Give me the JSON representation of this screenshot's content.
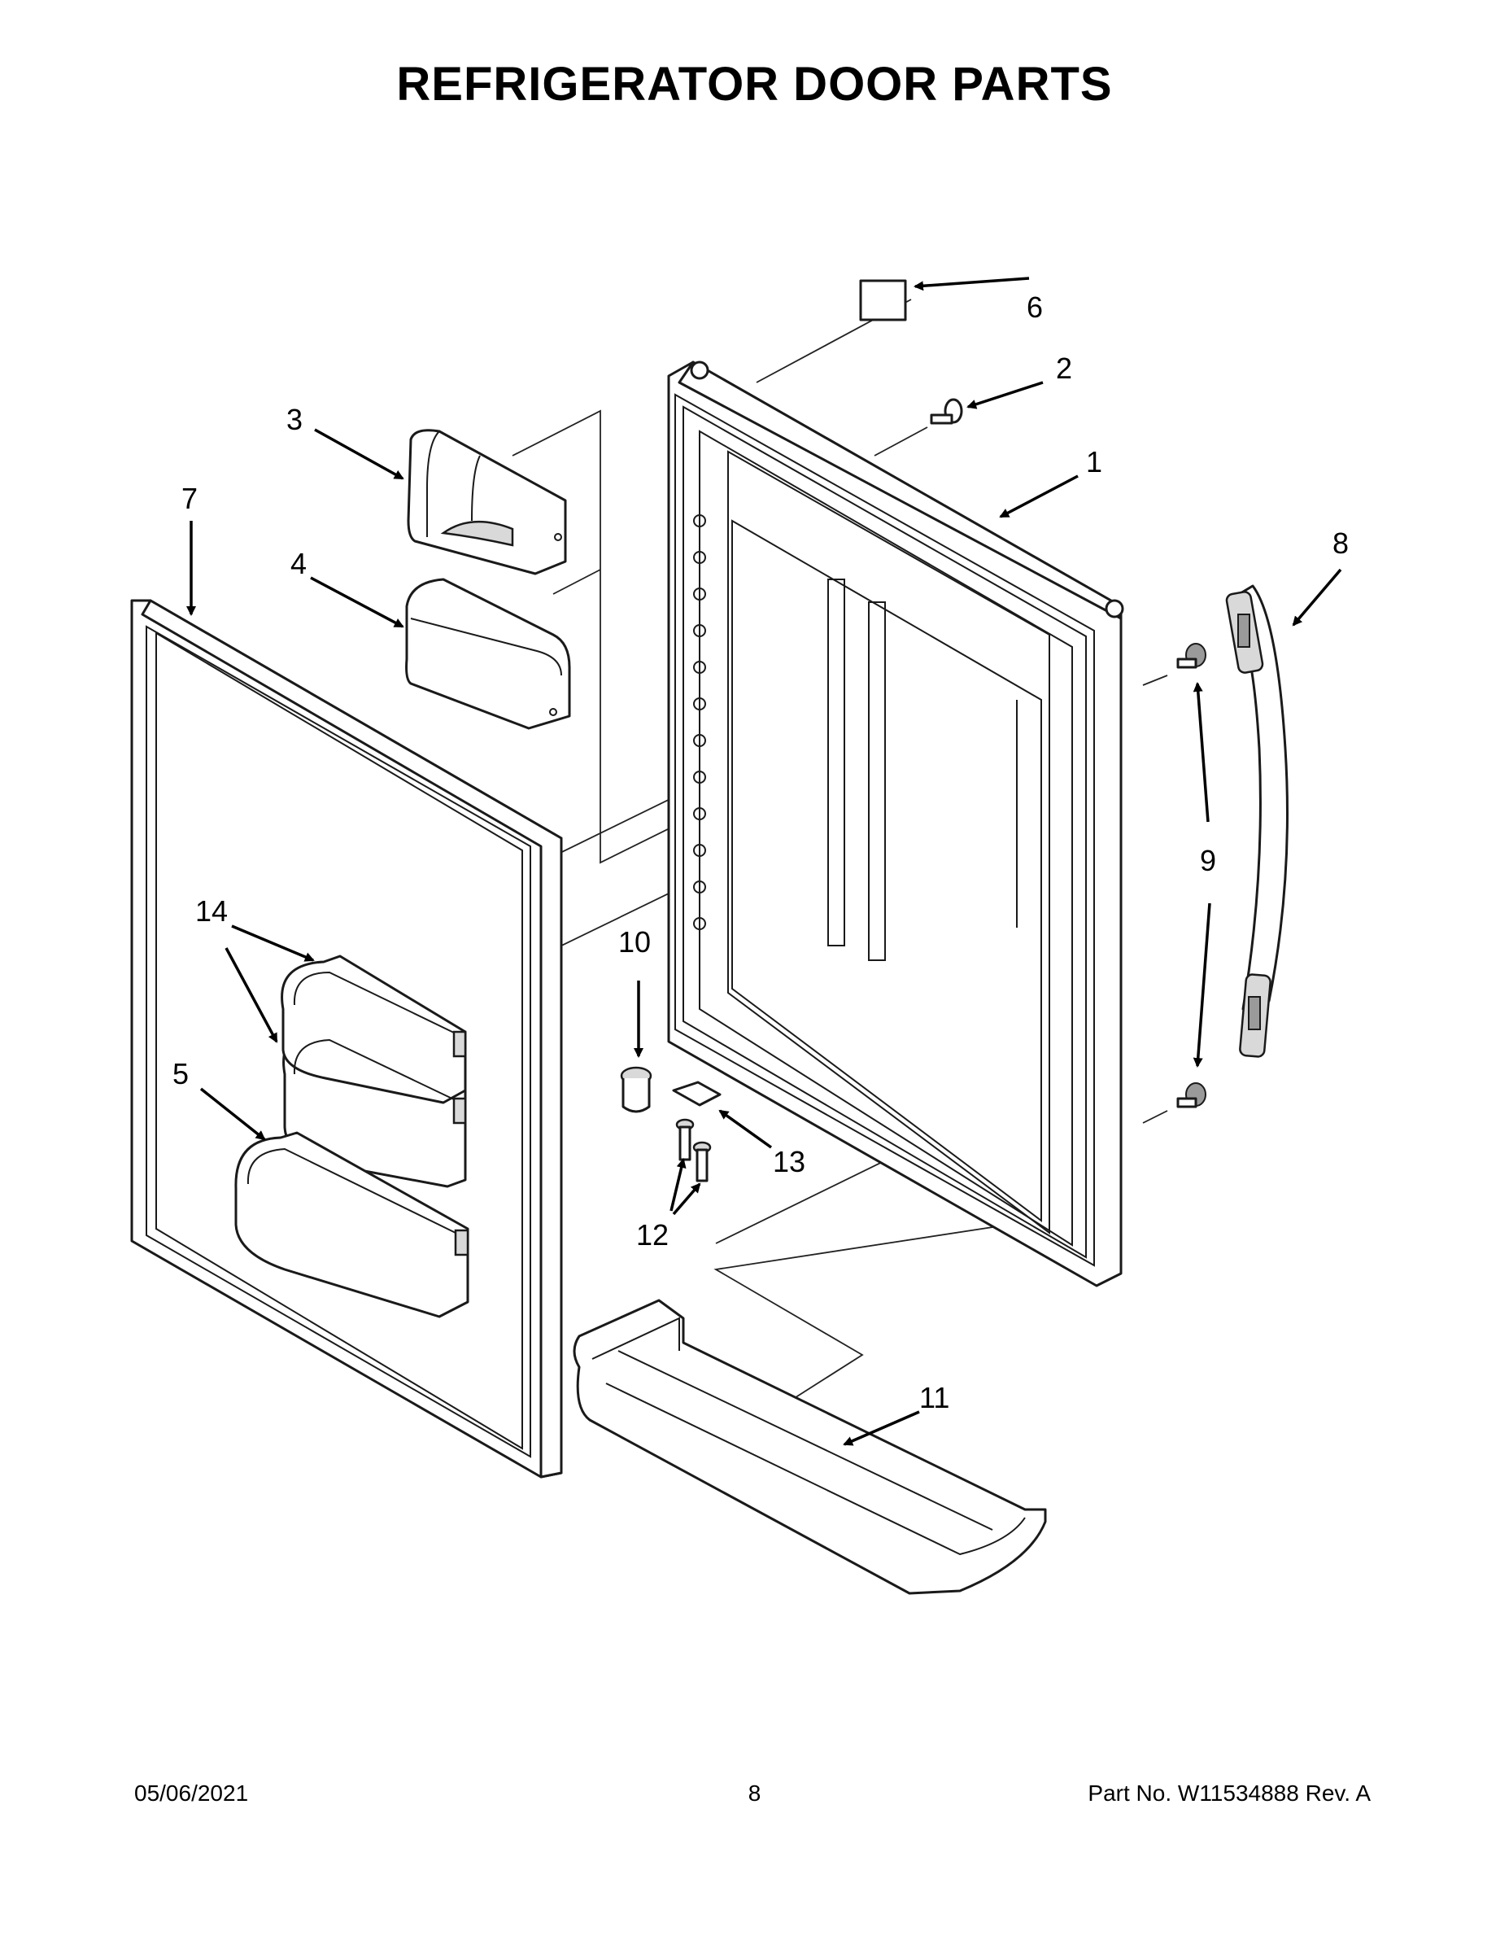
{
  "header": {
    "title": "REFRIGERATOR DOOR PARTS"
  },
  "callouts": {
    "c1": "1",
    "c2": "2",
    "c3": "3",
    "c4": "4",
    "c5": "5",
    "c6": "6",
    "c7": "7",
    "c8": "8",
    "c9": "9",
    "c10": "10",
    "c11": "11",
    "c12": "12",
    "c13": "13",
    "c14": "14"
  },
  "footer": {
    "date": "05/06/2021",
    "page_number": "8",
    "part_number": "Part No.  W11534888  Rev.  A"
  }
}
